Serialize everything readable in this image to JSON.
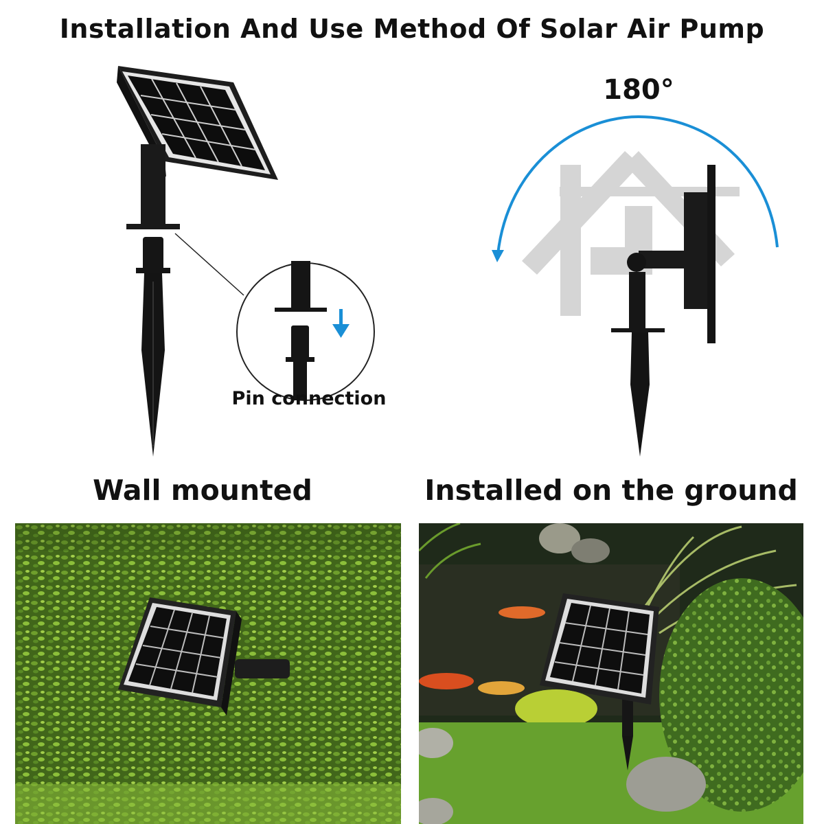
{
  "header": {
    "title": "Installation And Use Method Of Solar Air Pump"
  },
  "rotation": {
    "label": "180°"
  },
  "pin": {
    "label": "Pin connection"
  },
  "panels": {
    "left_caption": "Wall mounted",
    "right_caption": "Installed on the ground"
  },
  "colors": {
    "accent_arrow": "#1a8fd6",
    "panel_frame": "#1b1b1b",
    "hedge_green": "#4f7a22",
    "grass_green": "#5f9a2a"
  }
}
